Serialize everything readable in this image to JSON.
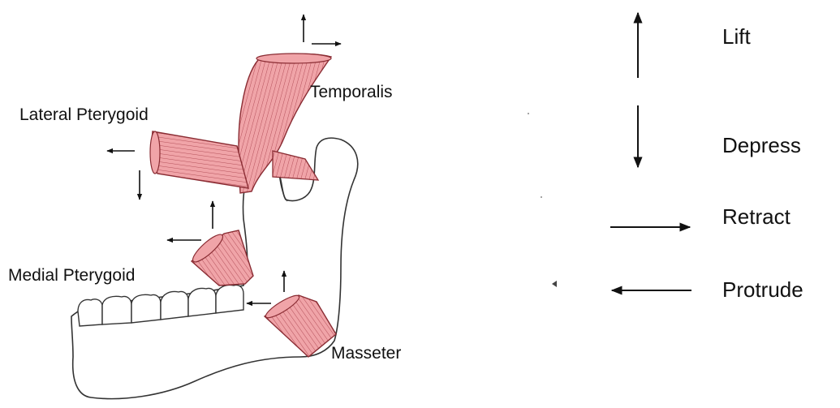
{
  "muscles": {
    "temporalis": "Temporalis",
    "lateral_pterygoid": "Lateral Pterygoid",
    "medial_pterygoid": "Medial Pterygoid",
    "masseter": "Masseter"
  },
  "legend": {
    "lift": "Lift",
    "depress": "Depress",
    "retract": "Retract",
    "protrude": "Protrude"
  },
  "colors": {
    "muscle_fill": "#f0a4a8",
    "muscle_stroke": "#8a2c33",
    "muscle_lines": "#b4505a",
    "bone_stroke": "#333333",
    "arrow": "#111111"
  }
}
